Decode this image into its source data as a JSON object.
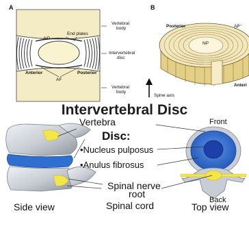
{
  "panel_a": {
    "letter": "A",
    "labels": {
      "np": "NP",
      "end_plates": "End plates",
      "af": "AF",
      "anterior": "Anterior",
      "posterior": "Posterior",
      "vertebral_body_top_1": "Vertebral",
      "vertebral_body_top_2": "body",
      "intervertebral_disc_1": "Intervertebral",
      "intervertebral_disc_2": "disc",
      "vertebral_body_bottom_1": "Vertebral",
      "vertebral_body_bottom_2": "body"
    }
  },
  "panel_b": {
    "letter": "B",
    "labels": {
      "posterior": "Posterior",
      "np": "NP",
      "af": "AF",
      "anterior": "Anteri",
      "spine_axis": "Spine axis"
    }
  },
  "main_title": "Intervertebral Disc",
  "illustration": {
    "vertebra": "Vertebra",
    "front": "Front",
    "disc_heading": "Disc:",
    "nucleus_pulposus": "•Nucleus pulposus",
    "anulus_fibrosus": "•Anulus fibrosus",
    "spinal_nerve_root_1": "Spinal nerve",
    "spinal_nerve_root_2": "root",
    "spinal_cord": "Spinal cord",
    "back": "Back",
    "side_view": "Side view",
    "top_view": "Top view"
  },
  "colors": {
    "bone": "#c9ced6",
    "bone_dark": "#8e949c",
    "disc_blue": "#2f6fd0",
    "nucleus": "#1c3fa8",
    "nerve_yellow": "#f2e64a",
    "disc_tan": "#efe3b6",
    "disc_tan_dark": "#c9a85c"
  }
}
